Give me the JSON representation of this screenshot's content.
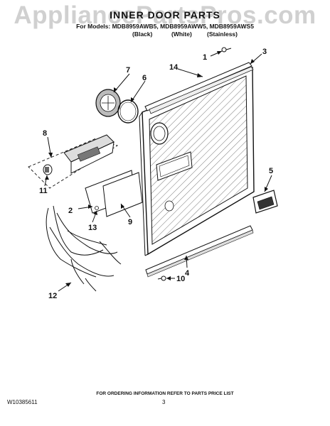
{
  "watermark": "AppliancePartsPros.com",
  "title": "INNER DOOR PARTS",
  "models": "For Models: MDB8959AWB5, MDB8959AWW5, MDB8959AWS5",
  "variants": [
    "(Black)",
    "(White)",
    "(Stainless)"
  ],
  "footer": "FOR ORDERING INFORMATION REFER TO PARTS PRICE LIST",
  "doc_number": "W10385611",
  "page_number": "3",
  "callouts": [
    "1",
    "2",
    "3",
    "4",
    "5",
    "6",
    "7",
    "8",
    "9",
    "10",
    "11",
    "12",
    "13",
    "14"
  ]
}
